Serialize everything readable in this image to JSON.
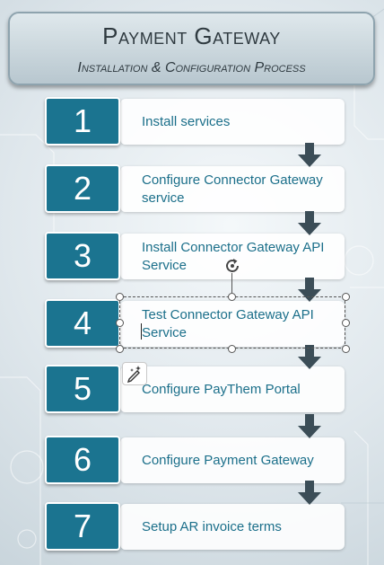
{
  "title": {
    "main": "Payment Gateway",
    "subtitle": "Installation & Configuration Process"
  },
  "steps": [
    {
      "number": "1",
      "label": "Install services"
    },
    {
      "number": "2",
      "label": "Configure Connector Gateway service"
    },
    {
      "number": "3",
      "label": "Install Connector Gateway API Service"
    },
    {
      "number": "4",
      "label": "Test Connector Gateway API Service"
    },
    {
      "number": "5",
      "label": "Configure PayThem Portal"
    },
    {
      "number": "6",
      "label": "Configure Payment Gateway"
    },
    {
      "number": "7",
      "label": "Setup AR invoice terms"
    }
  ],
  "selected_step": "4",
  "colors": {
    "number_fill": "#1b7490",
    "label_text": "#1b6f8a",
    "arrow": "#3b4d57"
  },
  "icons": [
    "rotate-handle-icon",
    "magic-pen-icon",
    "down-arrow-icon"
  ]
}
